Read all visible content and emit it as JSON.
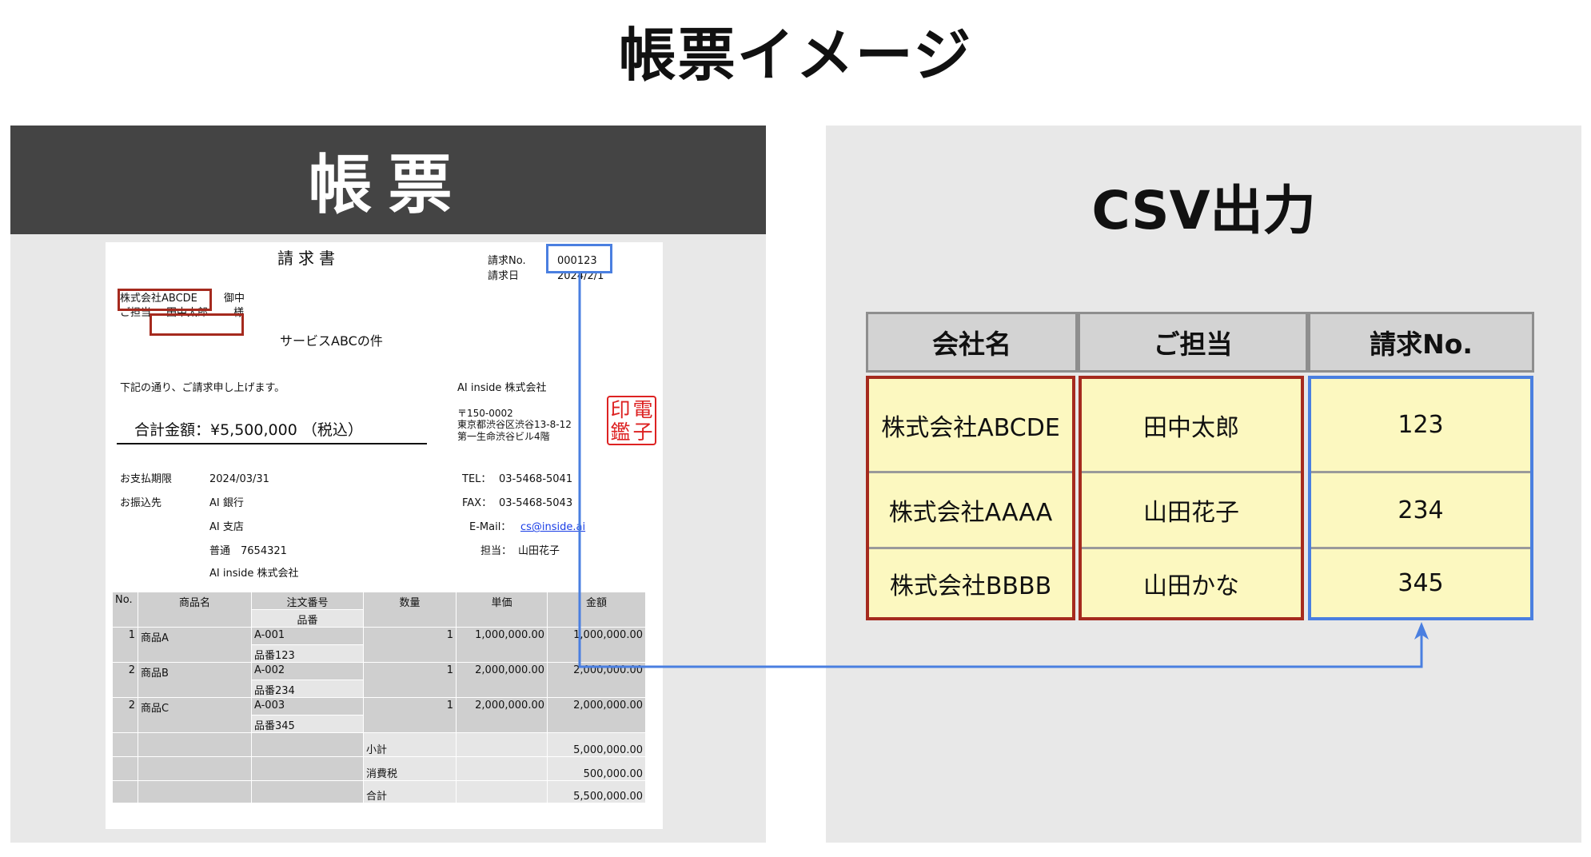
{
  "page": {
    "title": "帳票イメージ"
  },
  "left_panel": {
    "header": "帳票"
  },
  "invoice": {
    "title": "請求書",
    "no_label": "請求No.",
    "no_value": "000123",
    "date_label": "請求日",
    "date_value": "2024/2/1",
    "customer": "株式会社ABCDE",
    "customer_suffix": "御中",
    "contact_label": "ご担当：",
    "contact": "田中太郎",
    "contact_suffix": "様",
    "subject": "サービスABCの件",
    "message": "下記の通り、ご請求申し上げます。",
    "total_amount": "合計金額：¥5,500,000 （税込）",
    "issuer": "AI inside 株式会社",
    "postal": "〒150-0002",
    "address1": "東京都渋谷区渋谷13-8-12",
    "address2": "第一生命渋谷ビル4階",
    "stamp": [
      "印",
      "電",
      "鑑",
      "子"
    ],
    "due_label": "お支払期限",
    "due_value": "2024/03/31",
    "bank_label": "お振込先",
    "bank_name": "AI 銀行",
    "branch": "AI 支店",
    "account": "普通　7654321",
    "account_holder": "AI inside 株式会社",
    "tel_label": "TEL：",
    "tel": "03-5468-5041",
    "fax_label": "FAX：",
    "fax": "03-5468-5043",
    "email_label": "E-Mail：",
    "email": "cs@inside.ai",
    "staff_label": "担当：",
    "staff": "山田花子",
    "table_headers": {
      "no": "No.",
      "product": "商品名",
      "order_no": "注文番号",
      "part_no": "品番",
      "qty": "数量",
      "unit_price": "単価",
      "amount": "金額"
    },
    "items": [
      {
        "no": "1",
        "product": "商品A",
        "order_no": "A-001",
        "part_no": "品番123",
        "qty": "1",
        "unit_price": "1,000,000.00",
        "amount": "1,000,000.00"
      },
      {
        "no": "2",
        "product": "商品B",
        "order_no": "A-002",
        "part_no": "品番234",
        "qty": "1",
        "unit_price": "2,000,000.00",
        "amount": "2,000,000.00"
      },
      {
        "no": "2",
        "product": "商品C",
        "order_no": "A-003",
        "part_no": "品番345",
        "qty": "1",
        "unit_price": "2,000,000.00",
        "amount": "2,000,000.00"
      }
    ],
    "subtotal_label": "小計",
    "subtotal": "5,000,000.00",
    "tax_label": "消費税",
    "tax": "500,000.00",
    "grand_total_label": "合計",
    "grand_total": "5,500,000.00"
  },
  "csv": {
    "title": "CSV出力",
    "headers": [
      "会社名",
      "ご担当",
      "請求No."
    ],
    "rows": [
      [
        "株式会社ABCDE",
        "田中太郎",
        "123"
      ],
      [
        "株式会社AAAA",
        "山田花子",
        "234"
      ],
      [
        "株式会社BBBB",
        "山田かな",
        "345"
      ]
    ]
  },
  "colors": {
    "highlight_red": "#a52a1e",
    "highlight_blue": "#4a7fe0",
    "csv_cell_bg": "#fcf8c0",
    "panel_bg": "#e8e8e8",
    "header_dark": "#444444"
  }
}
